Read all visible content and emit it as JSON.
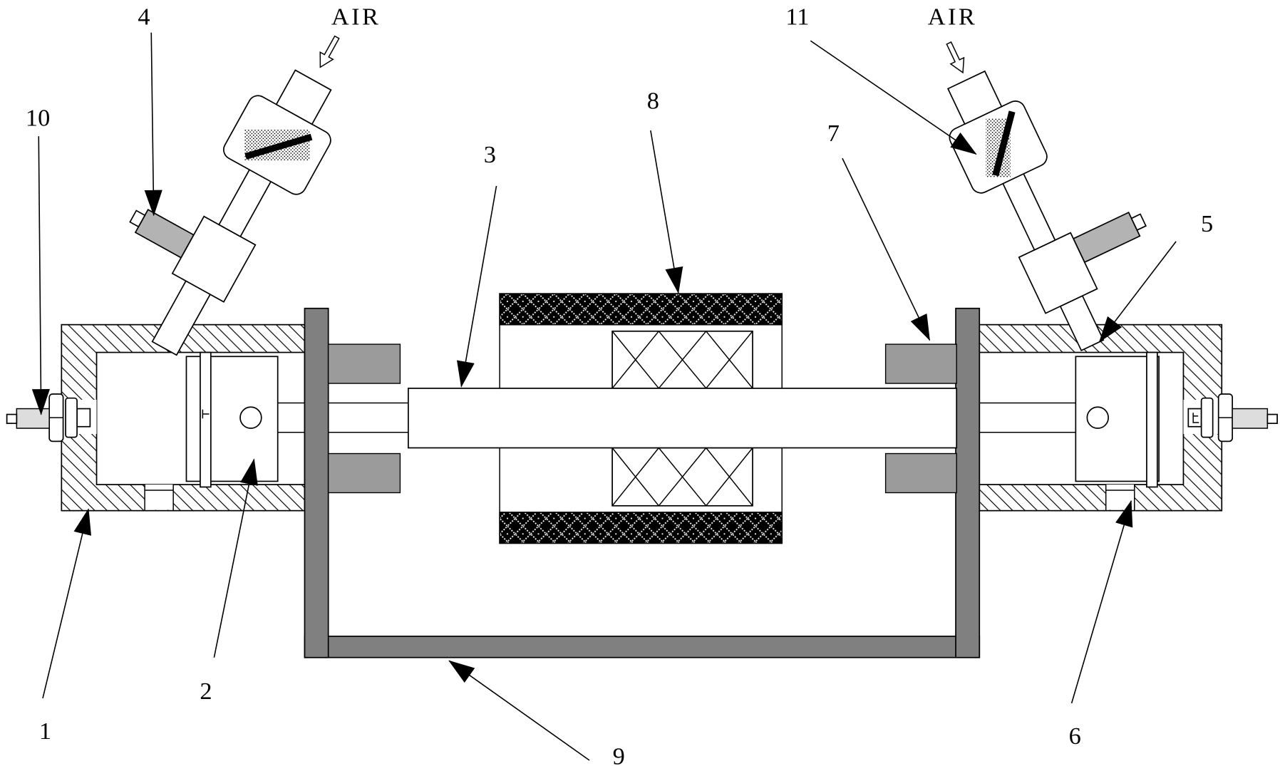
{
  "labels": {
    "p1": "1",
    "p2": "2",
    "p3": "3",
    "p4": "4",
    "p5": "5",
    "p6": "6",
    "p7": "7",
    "p8": "8",
    "p9": "9",
    "p10": "10",
    "p11": "11"
  },
  "air_inlets": {
    "left": "AIR",
    "right": "AIR"
  },
  "colors": {
    "frame": "#808080",
    "bearing": "#9b9b9b",
    "valve_port": "#b3b3b3",
    "bolt_rod": "#dddddd"
  }
}
